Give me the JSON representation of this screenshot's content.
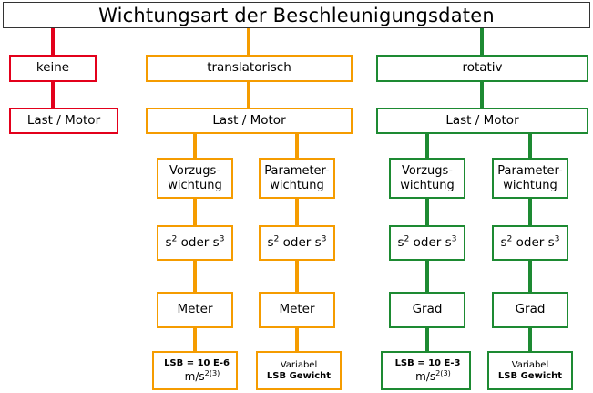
{
  "title": "Wichtungsart der Beschleunigungsdaten",
  "colors": {
    "red": "#e3001b",
    "orange": "#f59c00",
    "green": "#1d8a32",
    "title_border": "#333333",
    "background": "#ffffff",
    "text": "#000000"
  },
  "branches": [
    {
      "id": "keine",
      "color": "#e3001b",
      "header": "keine",
      "load": "Last / Motor",
      "columns": []
    },
    {
      "id": "translatorisch",
      "color": "#f59c00",
      "header": "translatorisch",
      "load": "Last / Motor",
      "columns": [
        {
          "id": "vorzug",
          "weighting_line1": "Vorzugs-",
          "weighting_line2": "wichtung",
          "exponent": "s² oder s³",
          "unit": "Meter",
          "result_line1": "LSB = 10 E-6",
          "result_line2": "m/s",
          "result_line2_sup": "2(3)"
        },
        {
          "id": "parameter",
          "weighting_line1": "Parameter-",
          "weighting_line2": "wichtung",
          "exponent": "s² oder s³",
          "unit": "Meter",
          "result_line1": "Variabel",
          "result_line2": "LSB Gewicht",
          "result_line2_sup": ""
        }
      ]
    },
    {
      "id": "rotativ",
      "color": "#1d8a32",
      "header": "rotativ",
      "load": "Last / Motor",
      "columns": [
        {
          "id": "vorzug",
          "weighting_line1": "Vorzugs-",
          "weighting_line2": "wichtung",
          "exponent": "s² oder s³",
          "unit": "Grad",
          "result_line1": "LSB = 10 E-3",
          "result_line2": "m/s",
          "result_line2_sup": "2(3)"
        },
        {
          "id": "parameter",
          "weighting_line1": "Parameter-",
          "weighting_line2": "wichtung",
          "exponent": "s² oder s³",
          "unit": "Grad",
          "result_line1": "Variabel",
          "result_line2": "LSB Gewicht",
          "result_line2_sup": ""
        }
      ]
    }
  ]
}
